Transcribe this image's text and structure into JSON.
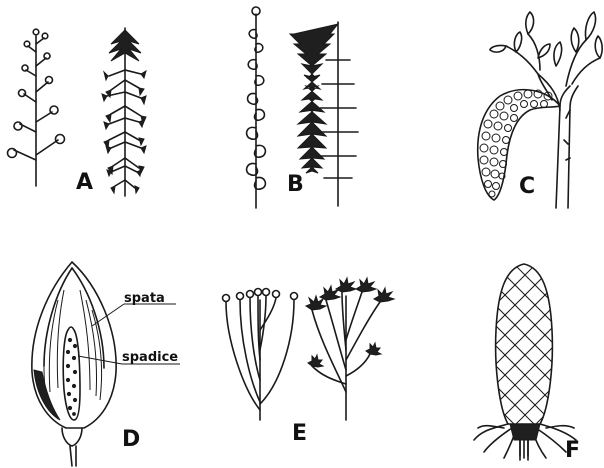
{
  "panels": {
    "a": {
      "letter": "A"
    },
    "b": {
      "letter": "B"
    },
    "c": {
      "letter": "C"
    },
    "d": {
      "letter": "D",
      "labels": {
        "spathe": "spata",
        "spadix": "spadice"
      }
    },
    "e": {
      "letter": "E"
    },
    "f": {
      "letter": "F"
    }
  }
}
